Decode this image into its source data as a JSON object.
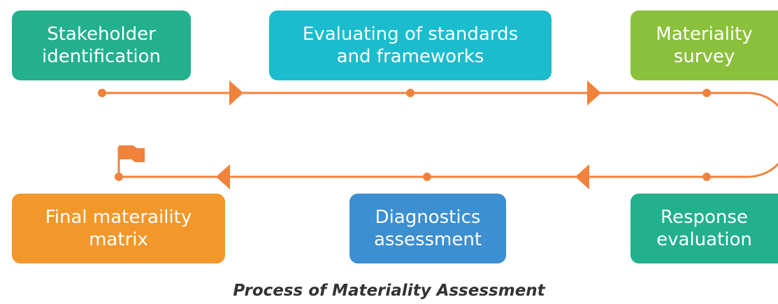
{
  "diagram": {
    "colors": {
      "connector": "#f1823c",
      "flag": "#f1823c"
    },
    "steps": [
      {
        "label": "Stakeholder\nidentification",
        "color": "#22b08d"
      },
      {
        "label": "Evaluating of standards\nand frameworks",
        "color": "#1bbccd"
      },
      {
        "label": "Materiality\nsurvey",
        "color": "#8bc03d"
      },
      {
        "label": "Response\nevaluation",
        "color": "#22b08d"
      },
      {
        "label": "Diagnostics\nassessment",
        "color": "#3c8fd0"
      },
      {
        "label": "Final materaility\nmatrix",
        "color": "#f2982a"
      }
    ],
    "caption": "Process of Materiality Assessment",
    "end_marker_icon": "flag-icon"
  }
}
